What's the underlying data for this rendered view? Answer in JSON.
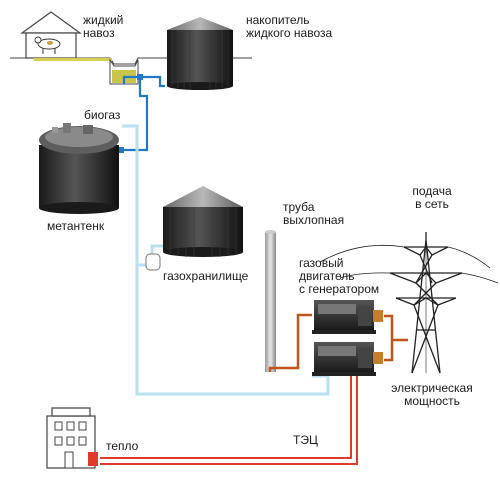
{
  "labels": {
    "manure": "жидкий\nнавоз",
    "storage": "накопитель\nжидкого навоза",
    "biogas": "биогаз",
    "digester": "метантенк",
    "gasholder": "газохранилище",
    "exhaust": "труба\nвыхлопная",
    "engine": "газовый\nдвигатель\nс генератором",
    "grid": "подача\nв сеть",
    "power": "электрическая\nмощность",
    "chp": "ТЭЦ",
    "heat": "тепло"
  },
  "colors": {
    "liquid_pipe": "#1f78c8",
    "gas_pipe": "#b9dff2",
    "heat_pipe": "#e03a2a",
    "power_pipe": "#c0561a",
    "tank_dark": "#2a2a2a",
    "generator_accent": "#c87d2a"
  },
  "icons": [
    "house-icon",
    "cow-icon",
    "factory-building-icon",
    "power-tower-icon"
  ]
}
